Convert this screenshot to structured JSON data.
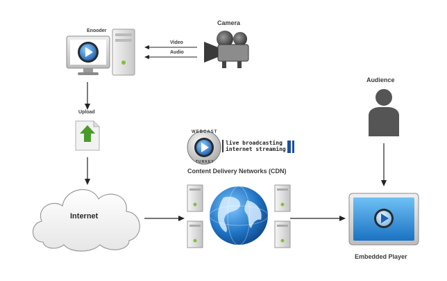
{
  "labels": {
    "camera": "Camera",
    "encoder": "Enooder",
    "video": "Video",
    "audio": "Audio",
    "upload": "Upload",
    "internet": "Internet",
    "cdn": "Content Delivery Networks (CDN)",
    "audience": "Audience",
    "embedded_player": "Embedded Player"
  },
  "logo": {
    "brand_top": "WEBCAST",
    "brand_bottom": "TURKEY",
    "tagline_line1": "live broadcasting",
    "tagline_line2": "internet streaming"
  },
  "colors": {
    "arrow": "#222222",
    "play_blue": "#2f7fd0",
    "upload_green": "#4a9a2a",
    "player_screen": "#2a8fd6",
    "globe_blue": "#1f74c4",
    "server_gray": "#d6d6d6",
    "person_gray": "#555555"
  }
}
